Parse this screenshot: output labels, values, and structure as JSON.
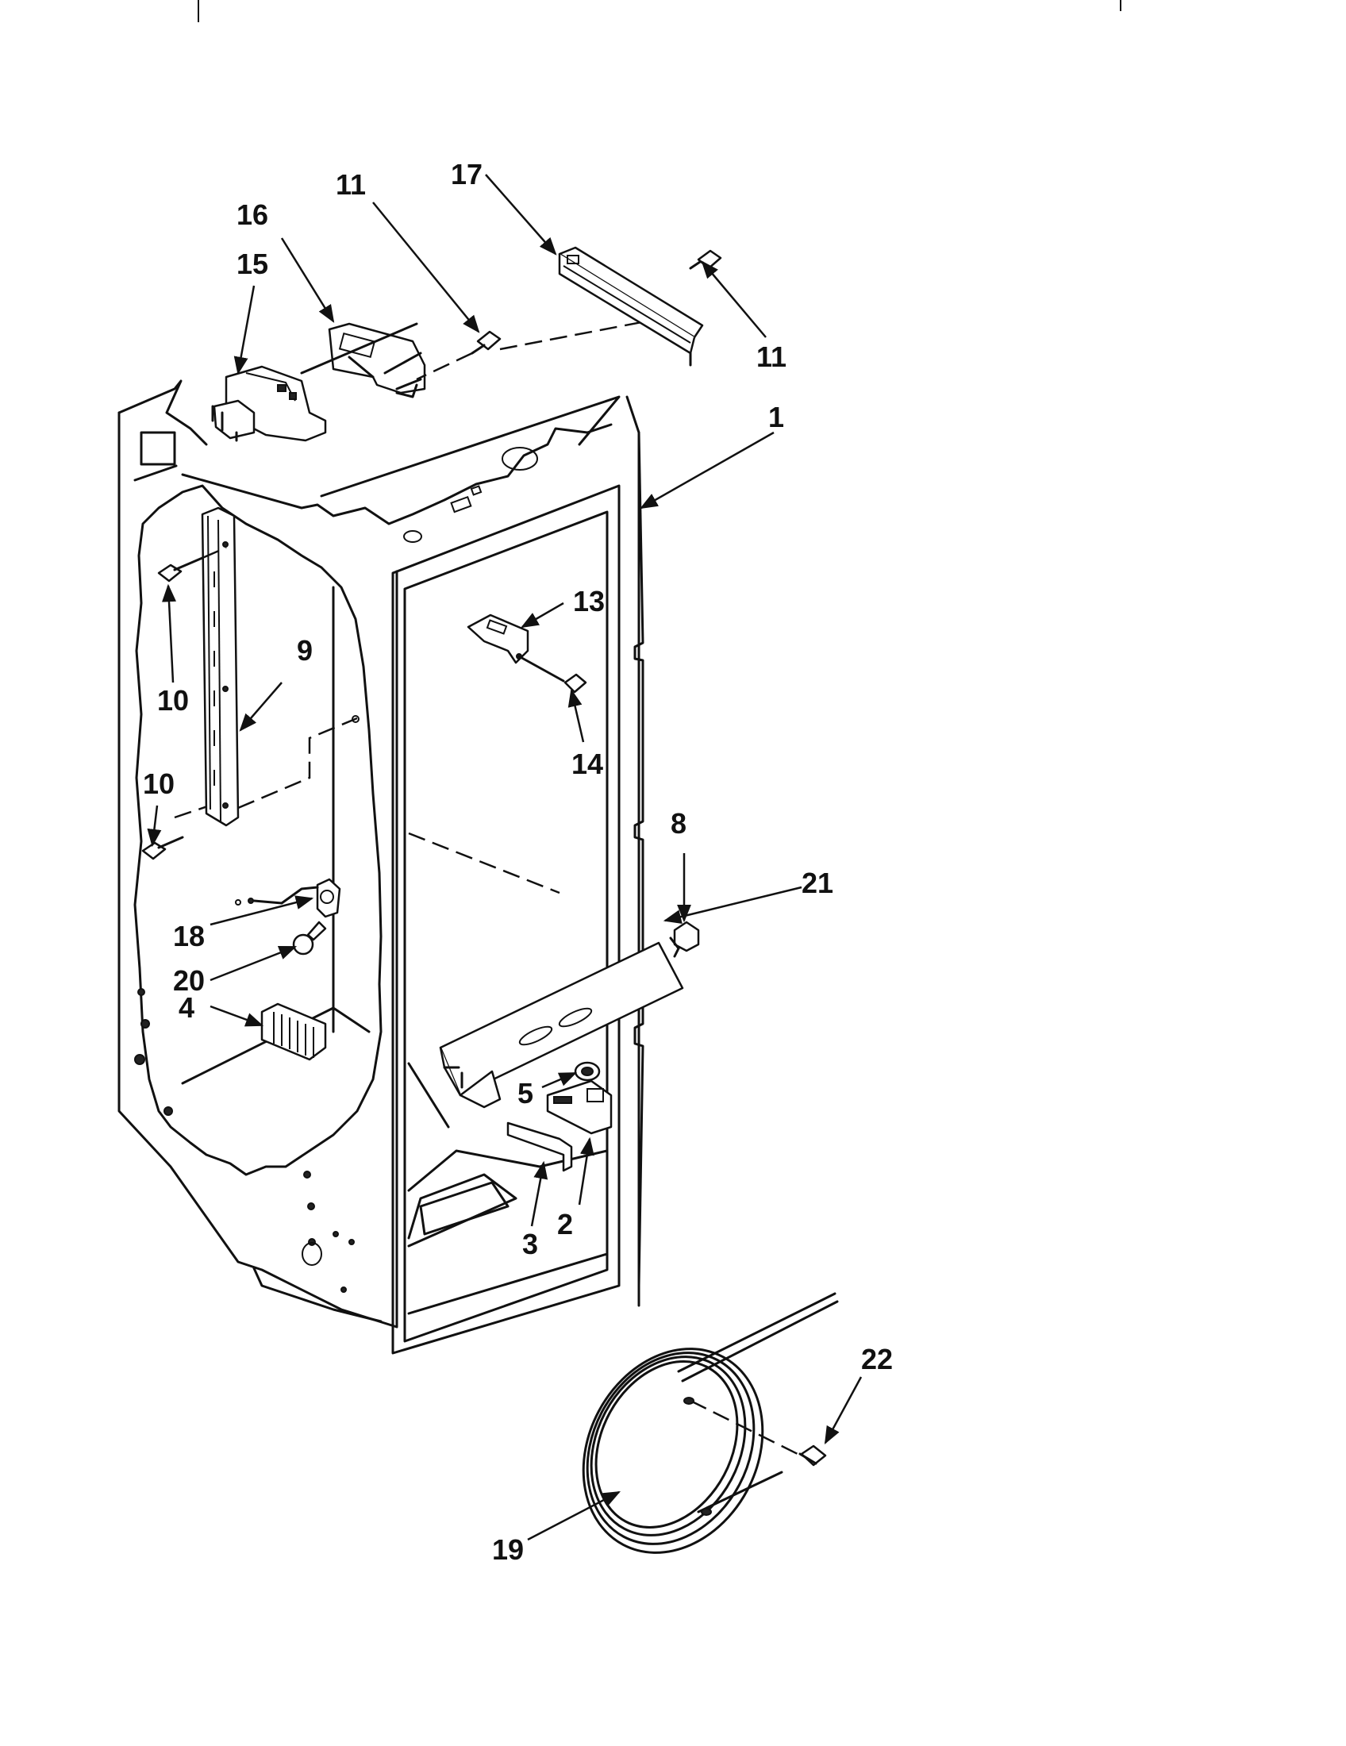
{
  "colors": {
    "ink": "#111111",
    "paper": "#ffffff"
  },
  "callouts": [
    {
      "id": "c1",
      "text": "1"
    },
    {
      "id": "c2",
      "text": "2"
    },
    {
      "id": "c3",
      "text": "3"
    },
    {
      "id": "c4",
      "text": "4"
    },
    {
      "id": "c5",
      "text": "5"
    },
    {
      "id": "c8",
      "text": "8"
    },
    {
      "id": "c9",
      "text": "9"
    },
    {
      "id": "c10a",
      "text": "10"
    },
    {
      "id": "c10b",
      "text": "10"
    },
    {
      "id": "c11a",
      "text": "11"
    },
    {
      "id": "c11b",
      "text": "11"
    },
    {
      "id": "c13",
      "text": "13"
    },
    {
      "id": "c14",
      "text": "14"
    },
    {
      "id": "c15",
      "text": "15"
    },
    {
      "id": "c16",
      "text": "16"
    },
    {
      "id": "c17",
      "text": "17"
    },
    {
      "id": "c18",
      "text": "18"
    },
    {
      "id": "c19",
      "text": "19"
    },
    {
      "id": "c20",
      "text": "20"
    },
    {
      "id": "c21",
      "text": "21"
    },
    {
      "id": "c22",
      "text": "22"
    }
  ]
}
